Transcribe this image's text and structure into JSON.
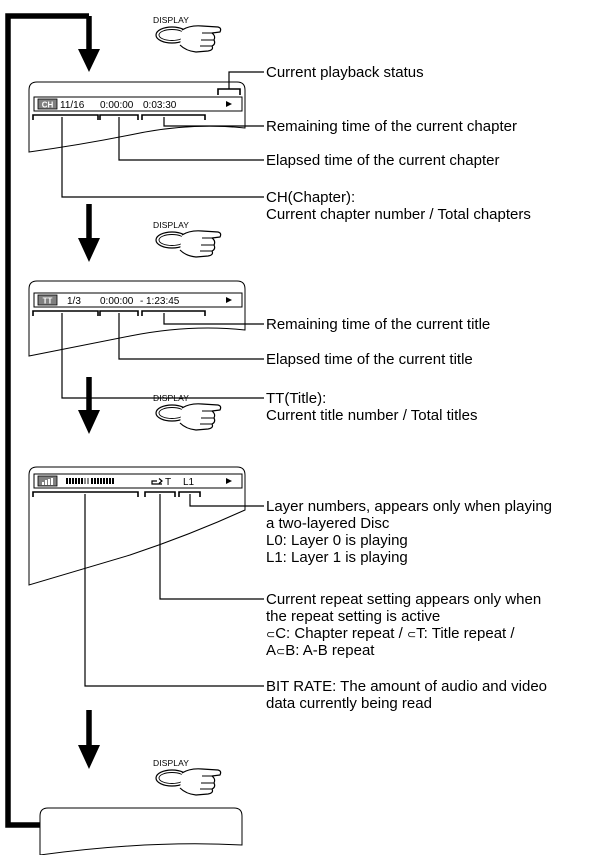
{
  "button_label": "DISPLAY",
  "screen1": {
    "icon": "CH",
    "chapter": "11/16",
    "elapsed": "0:00:00",
    "remaining": "0:03:30",
    "status_icon": "play-icon",
    "callouts": [
      "Current playback status",
      "Remaining time of the current chapter",
      "Elapsed time of the current chapter",
      "CH(Chapter):",
      "Current chapter number / Total chapters"
    ]
  },
  "screen2": {
    "icon": "TT",
    "title": "1/3",
    "elapsed": "0:00:00",
    "remaining": "1:23:45",
    "status_icon": "play-icon",
    "callouts": [
      "Remaining time of the current title",
      "Elapsed time of the current title",
      "TT(Title):",
      "Current title number / Total titles"
    ]
  },
  "screen3": {
    "bitrate_icon": "bitrate-icon",
    "repeat_mode": "T",
    "layer": "L1",
    "status_icon": "play-icon",
    "callouts": {
      "layer": [
        "Layer numbers, appears only when playing",
        "a two-layered Disc",
        "L0: Layer 0 is playing",
        "L1: Layer 1 is playing"
      ],
      "repeat": [
        "Current repeat setting appears only when",
        "the repeat setting is active",
        "C: Chapter repeat / ",
        "T: Title repeat /",
        "A",
        "B: A-B repeat"
      ],
      "bitrate": [
        "BIT RATE: The amount of audio and video",
        "data currently being read"
      ]
    }
  }
}
